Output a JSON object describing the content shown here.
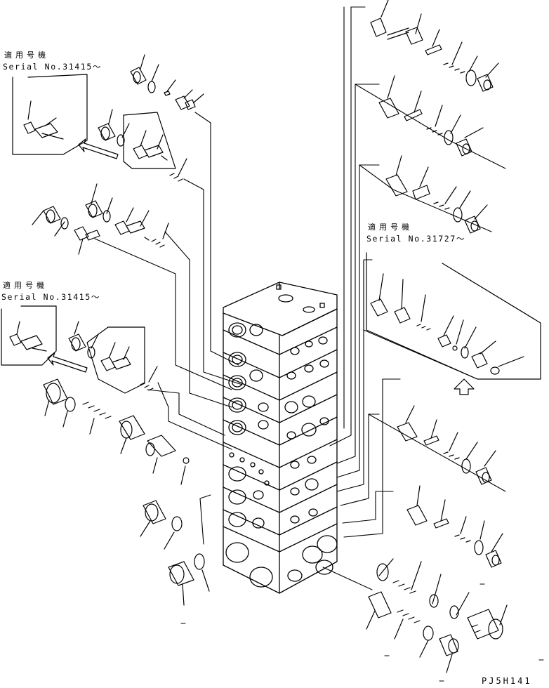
{
  "notes": [
    {
      "id": "note-a",
      "title": "適用号機",
      "serial": "Serial No.31415～"
    },
    {
      "id": "note-b",
      "title": "適用号機",
      "serial": "Serial No.31415～"
    },
    {
      "id": "note-c",
      "title": "適用号機",
      "serial": "Serial No.31727～"
    }
  ],
  "drawing_id": "PJ5H141",
  "colors": {
    "ink": "#000000",
    "paper": "#ffffff"
  }
}
